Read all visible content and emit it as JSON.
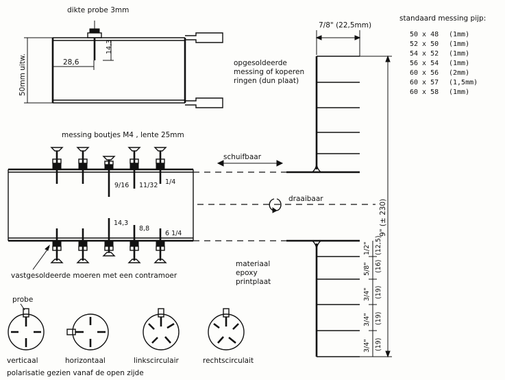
{
  "top_view": {
    "probe_label": "dikte probe 3mm",
    "width_label": "50mm uitw.",
    "dim_a": "28,6",
    "dim_b": "14,3"
  },
  "tube": {
    "top_dim": "7/8\" (22,5mm)",
    "rings_note": [
      "opgesoldeerde",
      "messing of koperen",
      "ringen (dun plaat)"
    ],
    "material_note": [
      "materiaal",
      "epoxy",
      "printplaat"
    ],
    "length_label": "9\" (± 230)",
    "spacing": [
      {
        "inch": "1/2\"",
        "mm": "(12,5)"
      },
      {
        "inch": "5/8\"",
        "mm": "(16)"
      },
      {
        "inch": "3/4\"",
        "mm": "(19)"
      },
      {
        "inch": "3/4\"",
        "mm": "(19)"
      },
      {
        "inch": "3/4\"",
        "mm": "(19)"
      }
    ]
  },
  "pipe_table": {
    "title": "standaard messing pijp:",
    "rows": [
      {
        "size": "50 x 48",
        "wall": "(1mm)"
      },
      {
        "size": "52 x 50",
        "wall": "(1mm)"
      },
      {
        "size": "54 x 52",
        "wall": "(1mm)"
      },
      {
        "size": "56 x 54",
        "wall": "(1mm)"
      },
      {
        "size": "60 x 56",
        "wall": "(2mm)"
      },
      {
        "size": "60 x 57",
        "wall": "(1,5mm)"
      },
      {
        "size": "60 x 58",
        "wall": "(1mm)"
      }
    ]
  },
  "side_view": {
    "bolts_label": "messing boutjes M4 , lente 25mm",
    "slide_label": "schuifbaar",
    "rotate_label": "draaibaar",
    "nuts_label": "vastgesoldeerde moeren met een contramoer",
    "top_dims": [
      "9/16",
      "11/32",
      "1/4"
    ],
    "bottom_dims": [
      "14,3",
      "8,8",
      "6 1/4"
    ]
  },
  "polarization": {
    "probe_label": "probe",
    "modes": [
      "verticaal",
      "horizontaal",
      "linkscirculair",
      "rechtscirculait"
    ],
    "caption": "polarisatie gezien vanaf de open zijde"
  }
}
